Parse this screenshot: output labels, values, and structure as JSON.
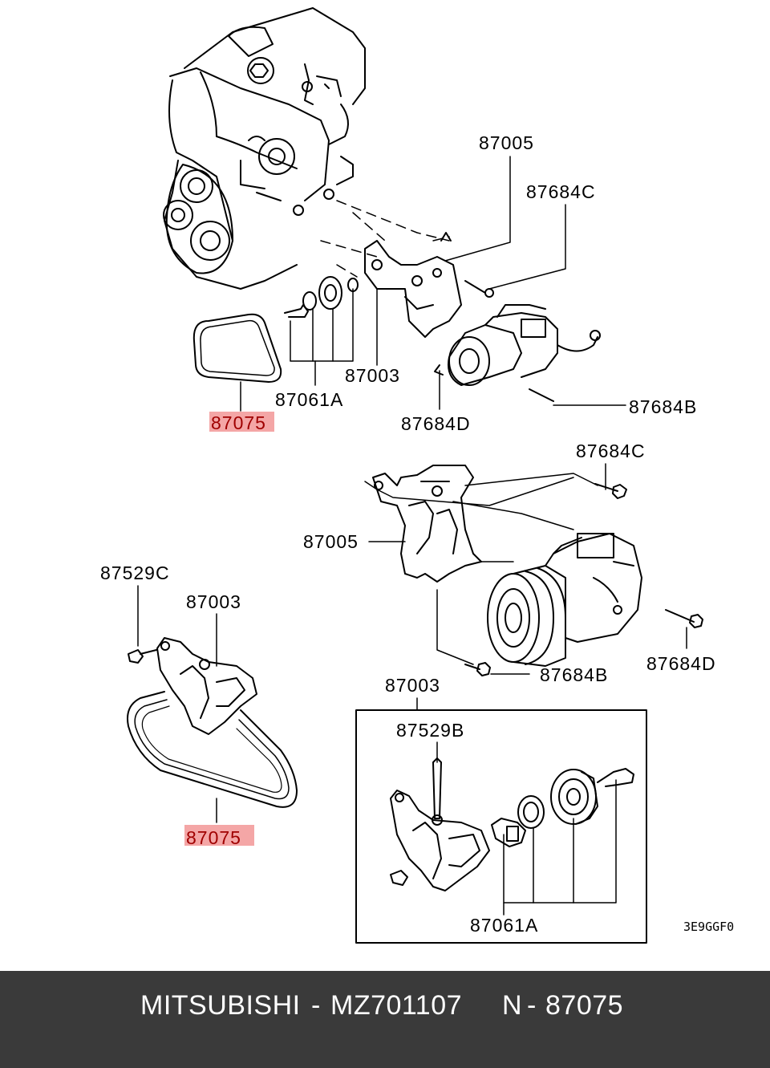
{
  "labels": {
    "top_87005": "87005",
    "top_87684c": "87684C",
    "top_87003": "87003",
    "top_87061a": "87061A",
    "top_87684d": "87684D",
    "top_87684b": "87684B",
    "top_87075": "87075",
    "mid_87684c": "87684C",
    "mid_87005": "87005",
    "mid_87529c": "87529C",
    "mid_87003": "87003",
    "mid_87684b": "87684B",
    "mid_87684d": "87684D",
    "bot_87075": "87075",
    "box_87003": "87003",
    "box_87529b": "87529B",
    "box_87061a": "87061A"
  },
  "drawing_code": "3E9GGF0",
  "footer": {
    "brand": "MITSUBISHI",
    "separator1": "-",
    "part_number": "MZ701107",
    "n_label": "N",
    "separator2": "-",
    "callout": "87075"
  },
  "colors": {
    "highlight_fill": "#f4a6a6",
    "highlight_text": "#a00000",
    "footer_bg": "#3a3a3a"
  }
}
